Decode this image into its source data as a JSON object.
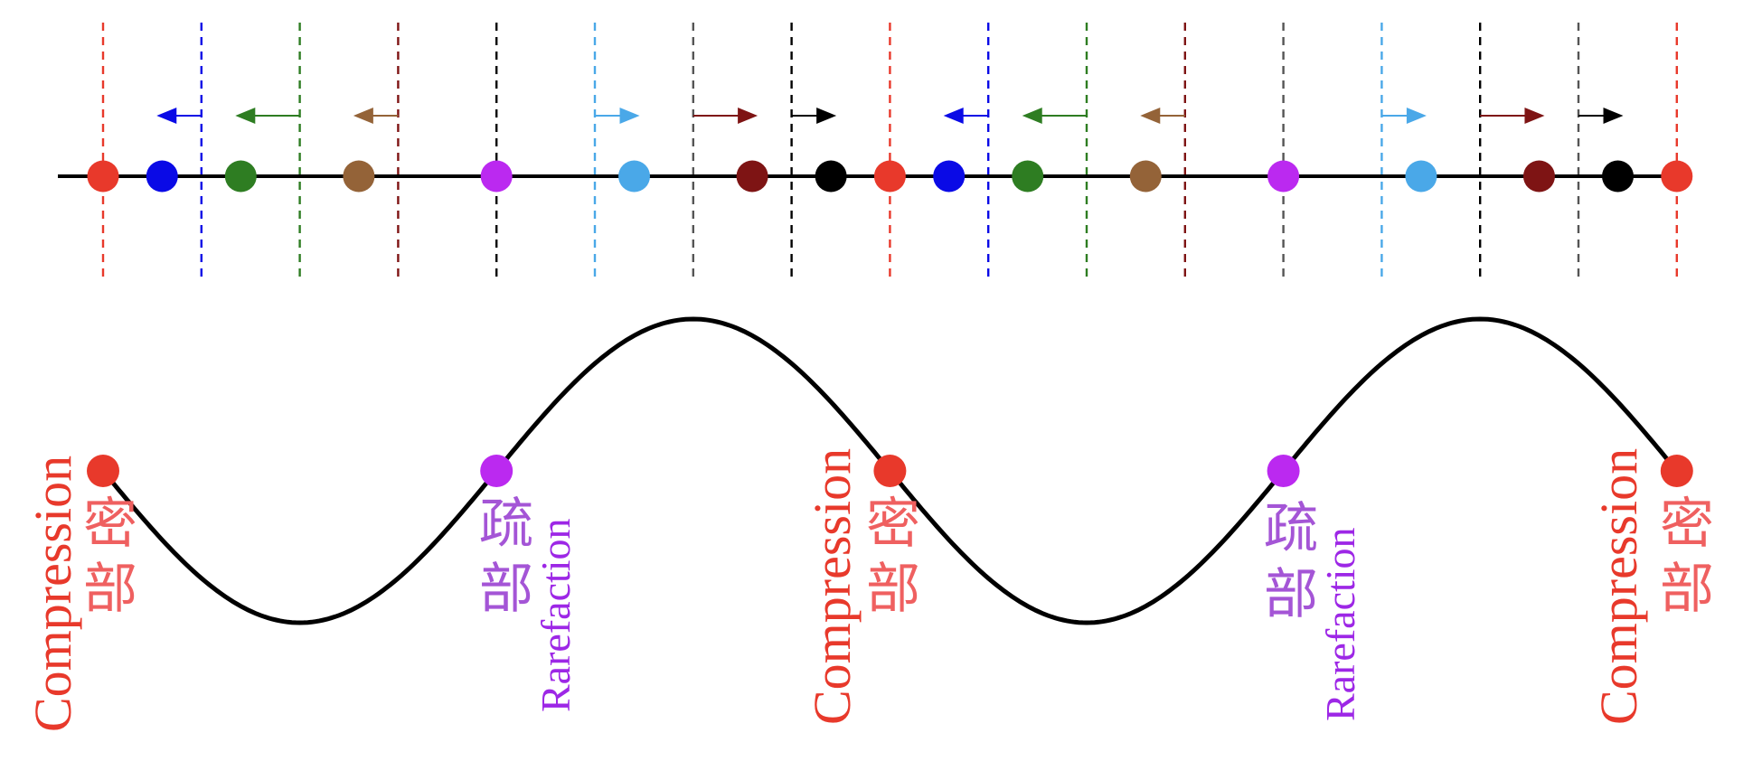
{
  "colors": {
    "red": "#e8392b",
    "blue": "#0a0ae6",
    "green": "#2e7d22",
    "brown": "#946338",
    "purple": "#bb29f0",
    "lightblue": "#4aa8e8",
    "darkred": "#7e1414",
    "black": "#000000",
    "gray": "#555555",
    "zh_purple": "#a455d6",
    "zh_red": "#ef6060",
    "rare_purple": "#9d27e6"
  },
  "particles": [
    {
      "x": 0,
      "dx": 0.0,
      "color": "red"
    },
    {
      "x": 1,
      "dx": -0.4,
      "color": "blue"
    },
    {
      "x": 2,
      "dx": -0.6,
      "color": "green"
    },
    {
      "x": 3,
      "dx": -0.4,
      "color": "brown"
    },
    {
      "x": 4,
      "dx": 0.0,
      "color": "purple"
    },
    {
      "x": 5,
      "dx": 0.4,
      "color": "lightblue"
    },
    {
      "x": 6,
      "dx": 0.6,
      "color": "darkred"
    },
    {
      "x": 7,
      "dx": 0.4,
      "color": "black"
    },
    {
      "x": 8,
      "dx": 0.0,
      "color": "red"
    },
    {
      "x": 9,
      "dx": -0.4,
      "color": "blue"
    },
    {
      "x": 10,
      "dx": -0.6,
      "color": "green"
    },
    {
      "x": 11,
      "dx": -0.4,
      "color": "brown"
    },
    {
      "x": 12,
      "dx": 0.0,
      "color": "purple"
    },
    {
      "x": 13,
      "dx": 0.4,
      "color": "lightblue"
    },
    {
      "x": 14,
      "dx": 0.6,
      "color": "darkred"
    },
    {
      "x": 15,
      "dx": 0.4,
      "color": "black"
    },
    {
      "x": 16,
      "dx": 0.0,
      "color": "red"
    }
  ],
  "guide_colors": [
    "red",
    "blue",
    "green",
    "darkred",
    "black",
    "lightblue",
    "gray",
    "black",
    "red",
    "blue",
    "green",
    "darkred",
    "gray",
    "lightblue",
    "black",
    "gray",
    "red"
  ],
  "wave_markers": [
    {
      "x": 0,
      "color": "red",
      "kind": "compression"
    },
    {
      "x": 4,
      "color": "purple",
      "kind": "rarefaction"
    },
    {
      "x": 8,
      "color": "red",
      "kind": "compression"
    },
    {
      "x": 12,
      "color": "purple",
      "kind": "rarefaction"
    },
    {
      "x": 16,
      "color": "red",
      "kind": "compression"
    }
  ],
  "labels": {
    "compression_en": "Compression",
    "compression_zh_1": "密",
    "compression_zh_2": "部",
    "rarefaction_en": "Rarefaction",
    "rarefaction_zh_1": "疏",
    "rarefaction_zh_2": "部"
  }
}
